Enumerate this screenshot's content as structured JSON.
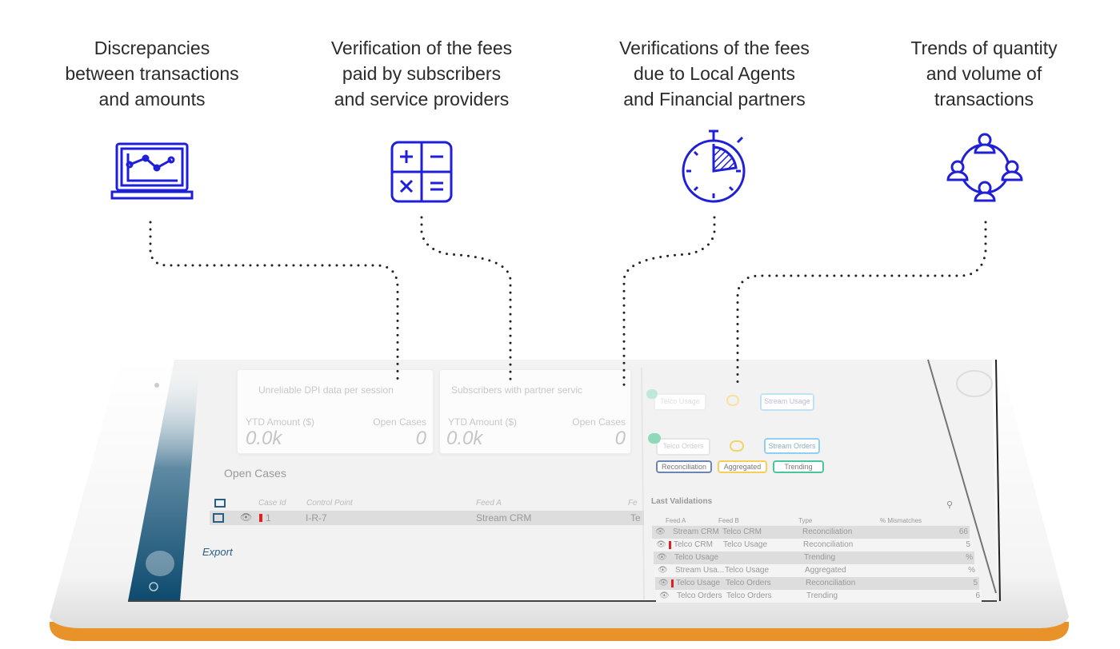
{
  "features": [
    {
      "lines": [
        "Discrepancies",
        "between transactions",
        "and amounts"
      ],
      "icon": "laptop-chart-icon"
    },
    {
      "lines": [
        "Verification of the fees",
        "paid by subscribers",
        "and service providers"
      ],
      "icon": "calculator-icon"
    },
    {
      "lines": [
        "Verifications of the fees",
        "due to Local Agents",
        "and Financial partners"
      ],
      "icon": "stopwatch-icon"
    },
    {
      "lines": [
        "Trends of quantity",
        "and volume of",
        "transactions"
      ],
      "icon": "people-network-icon"
    }
  ],
  "colors": {
    "icon": "#1f1fd8",
    "accent_orange": "#e8922a",
    "sidebar": "#0d4a6e",
    "flag": "#e02020"
  },
  "screen": {
    "cards": [
      {
        "title": "Unreliable DPI data per session",
        "amount_label": "YTD Amount ($)",
        "amount": "0.0k",
        "cases_label": "Open Cases",
        "cases": "0"
      },
      {
        "title": "Subscribers with partner servic",
        "amount_label": "YTD Amount ($)",
        "amount": "0.0k",
        "cases_label": "Open Cases",
        "cases": "0"
      }
    ],
    "open_cases": {
      "title": "Open Cases",
      "headers": [
        "Case Id",
        "Control Point",
        "Feed A",
        "Fe"
      ],
      "rows": [
        {
          "id": "1",
          "control_point": "I-R-7",
          "feed_a": "Stream CRM",
          "fe": "Te"
        }
      ],
      "export": "Export"
    },
    "flow": {
      "nodes": [
        "Telco Usage",
        "Stream Usage",
        "Telco Orders",
        "Stream Orders"
      ],
      "legend": [
        "Reconciliation",
        "Aggregated",
        "Trending"
      ]
    },
    "validations": {
      "title": "Last Validations",
      "headers": [
        "Feed A",
        "Feed B",
        "Type",
        "% Mismatches"
      ],
      "rows": [
        {
          "a": "Stream CRM",
          "b": "Telco CRM",
          "type": "Reconciliation",
          "pct": "66",
          "flag": false
        },
        {
          "a": "Telco CRM",
          "b": "Telco Usage",
          "type": "Reconciliation",
          "pct": "5",
          "flag": true
        },
        {
          "a": "Telco Usage",
          "b": "",
          "type": "Trending",
          "pct": "%",
          "flag": false
        },
        {
          "a": "Stream Usa...",
          "b": "Telco Usage",
          "type": "Aggregated",
          "pct": "%",
          "flag": false
        },
        {
          "a": "Telco Usage",
          "b": "Telco Orders",
          "type": "Reconciliation",
          "pct": "5",
          "flag": true
        },
        {
          "a": "Telco Orders",
          "b": "Telco Orders",
          "type": "Trending",
          "pct": "6",
          "flag": false
        }
      ]
    }
  }
}
